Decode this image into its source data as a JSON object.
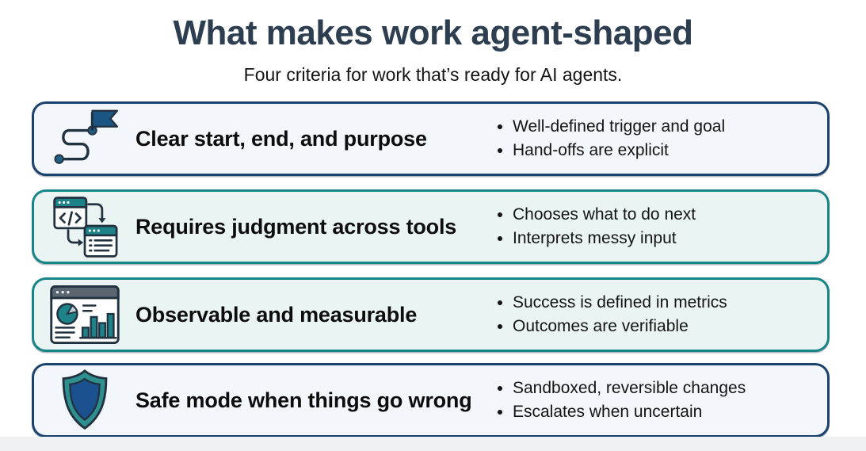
{
  "page": {
    "title": "What makes work agent-shaped",
    "subtitle": "Four criteria for work that’s ready for AI agents."
  },
  "colors": {
    "title": "#2d3e50",
    "text": "#141414",
    "navy": "#1b426e",
    "teal": "#178588",
    "navy_bg": "#f3f6fa",
    "teal_bg": "#eaf4f2",
    "icon_dark": "#22313f",
    "icon_navy": "#1b5584",
    "icon_teal": "#1d8389",
    "icon_header_grey": "#5b6670",
    "pie_slice_light": "#c2cfd6"
  },
  "rows": [
    {
      "icon": "route-flag-icon",
      "heading": "Clear start, end, and purpose",
      "bullets": [
        "Well-defined trigger and goal",
        "Hand-offs are explicit"
      ],
      "border_color": "#1b426e",
      "bg_color": "#f3f6fa"
    },
    {
      "icon": "code-window-tools-icon",
      "heading": "Requires judgment across tools",
      "bullets": [
        "Chooses what to do next",
        "Interprets messy input"
      ],
      "border_color": "#178588",
      "bg_color": "#eaf4f2"
    },
    {
      "icon": "dashboard-chart-icon",
      "heading": "Observable and measurable",
      "bullets": [
        "Success is defined in metrics",
        "Outcomes are verifiable"
      ],
      "border_color": "#178588",
      "bg_color": "#eaf4f2"
    },
    {
      "icon": "shield-icon",
      "heading": "Safe mode when things go wrong",
      "bullets": [
        "Sandboxed, reversible changes",
        "Escalates when uncertain"
      ],
      "border_color": "#1b426e",
      "bg_color": "#f3f6fa"
    }
  ]
}
